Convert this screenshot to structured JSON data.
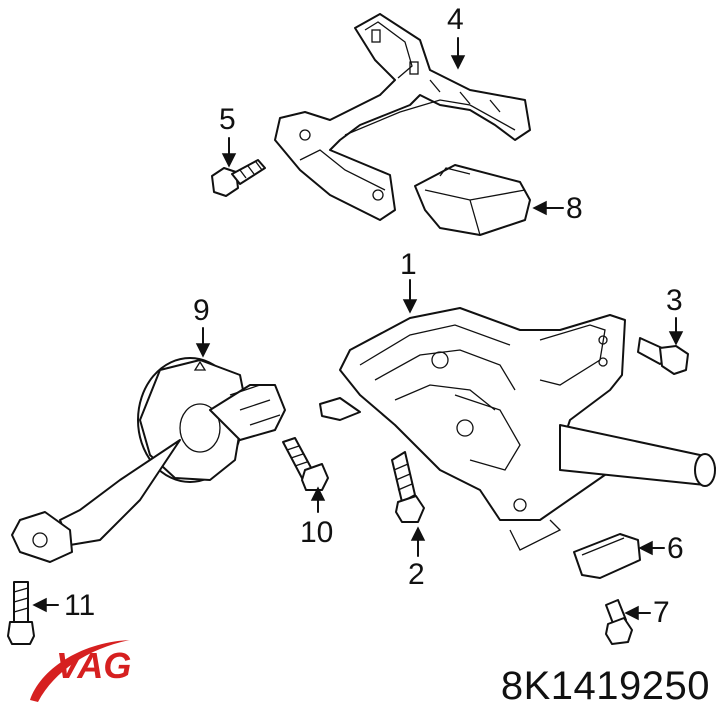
{
  "labels": {
    "l1": "1",
    "l2": "2",
    "l3": "3",
    "l4": "4",
    "l5": "5",
    "l6": "6",
    "l7": "7",
    "l8": "8",
    "l9": "9",
    "l10": "10",
    "l11": "11"
  },
  "part_number": "8K1419250",
  "logo": {
    "text": "VAG",
    "color": "#d62020"
  }
}
